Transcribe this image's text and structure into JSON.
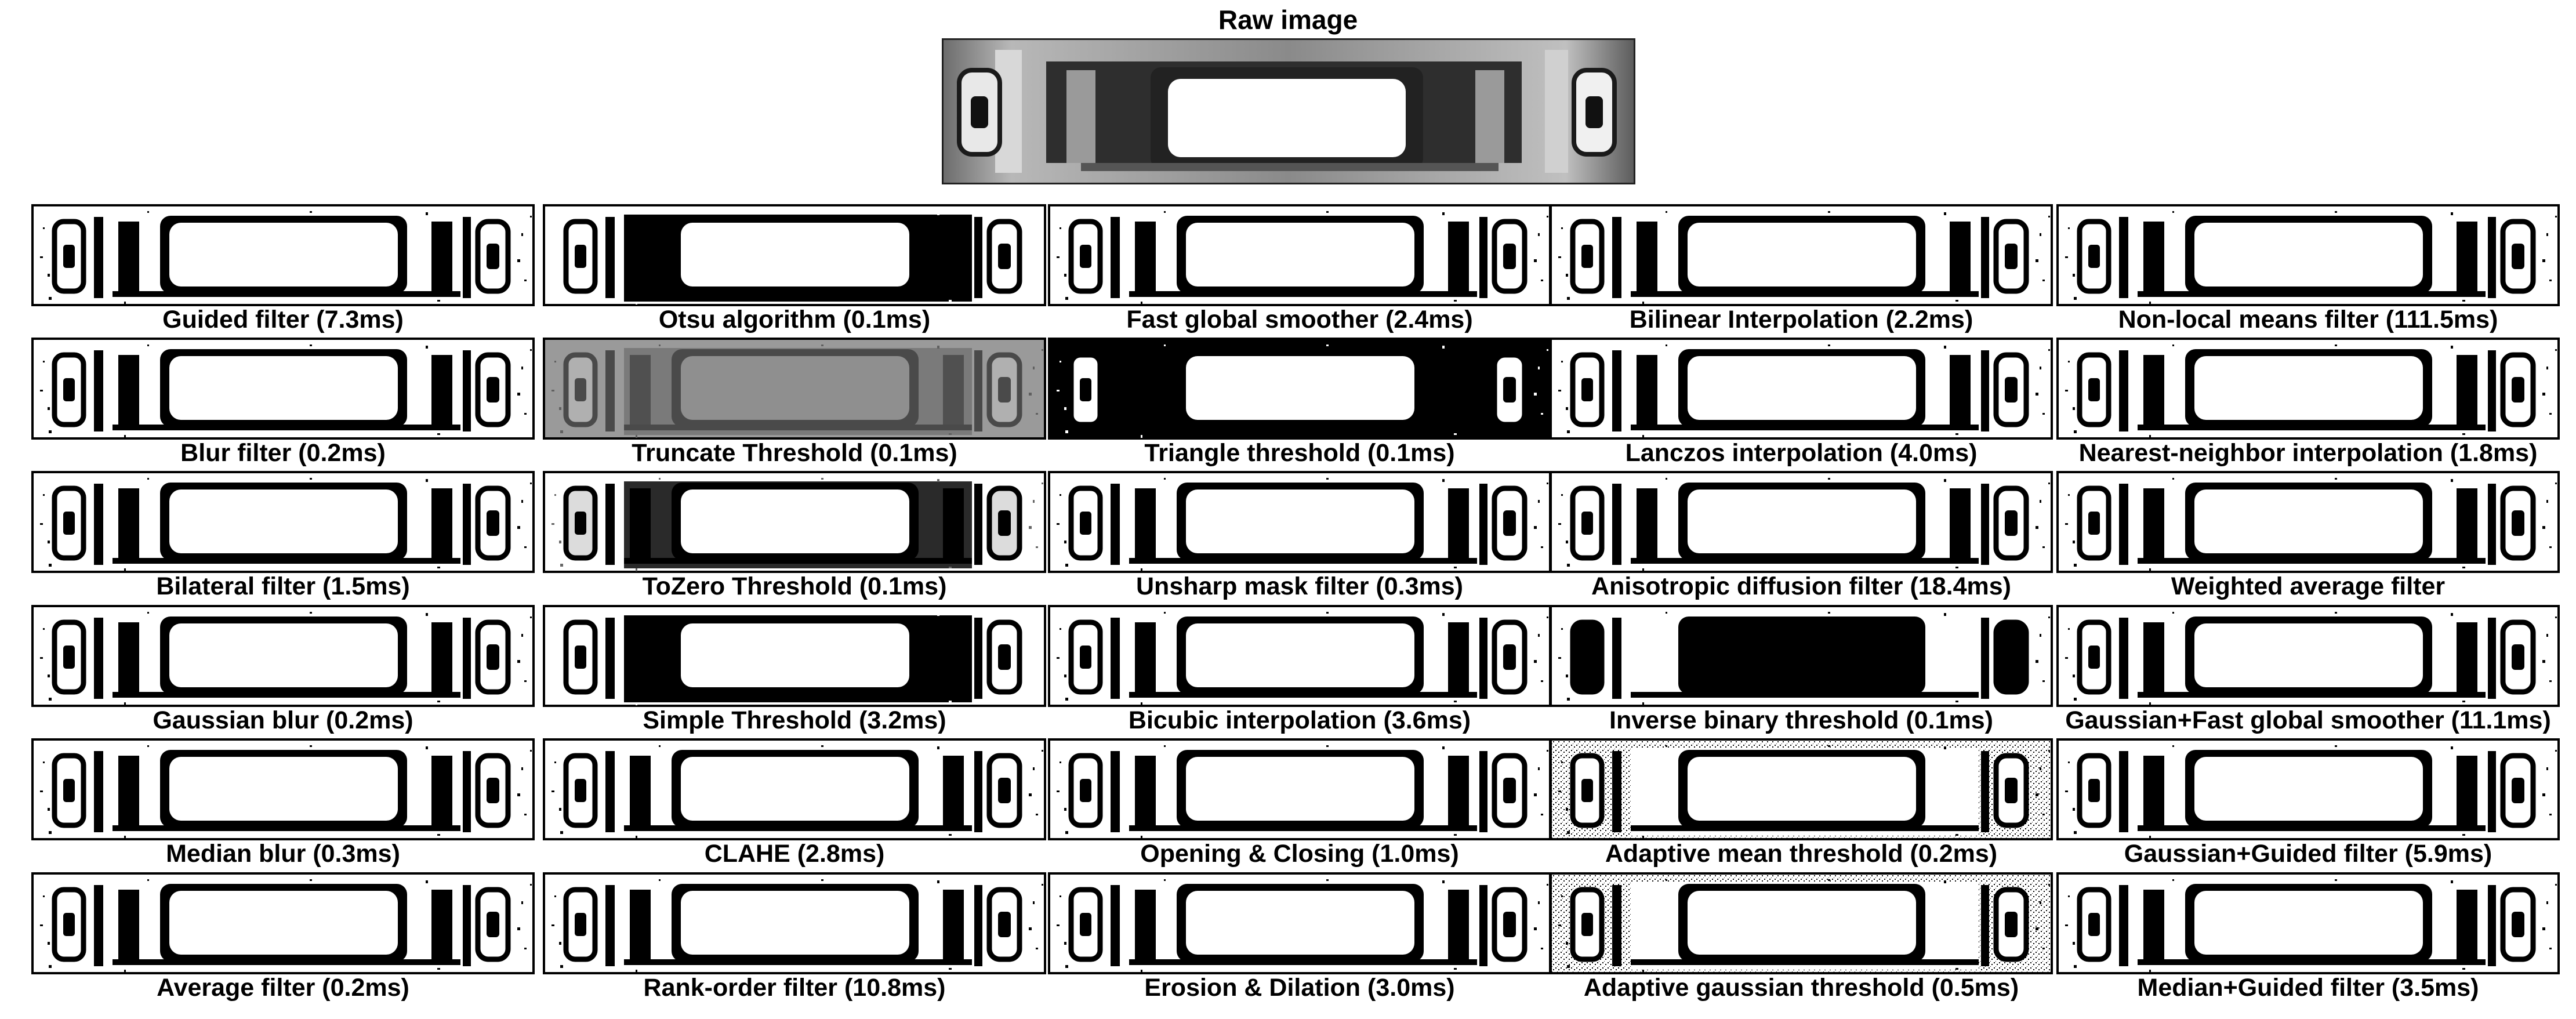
{
  "title": "Raw image",
  "panels": [
    {
      "label": "Guided filter (7.3ms)",
      "variant": "bw"
    },
    {
      "label": "Otsu algorithm (0.1ms)",
      "variant": "otsu"
    },
    {
      "label": "Fast global smoother (2.4ms)",
      "variant": "bw"
    },
    {
      "label": "Bilinear Interpolation (2.2ms)",
      "variant": "bw"
    },
    {
      "label": "Non-local means filter (111.5ms)",
      "variant": "bw"
    },
    {
      "label": "Blur filter (0.2ms)",
      "variant": "bw"
    },
    {
      "label": "Truncate Threshold (0.1ms)",
      "variant": "truncate"
    },
    {
      "label": "Triangle threshold (0.1ms)",
      "variant": "triangle"
    },
    {
      "label": "Lanczos interpolation (4.0ms)",
      "variant": "bw"
    },
    {
      "label": "Nearest-neighbor interpolation (1.8ms)",
      "variant": "bw"
    },
    {
      "label": "Bilateral filter (1.5ms)",
      "variant": "bw"
    },
    {
      "label": "ToZero Threshold (0.1ms)",
      "variant": "tozero"
    },
    {
      "label": "Unsharp mask filter (0.3ms)",
      "variant": "bw"
    },
    {
      "label": "Anisotropic diffusion filter (18.4ms)",
      "variant": "bw"
    },
    {
      "label": "Weighted average filter",
      "variant": "bw"
    },
    {
      "label": "Gaussian blur (0.2ms)",
      "variant": "bw"
    },
    {
      "label": "Simple Threshold (3.2ms)",
      "variant": "otsu"
    },
    {
      "label": "Bicubic interpolation (3.6ms)",
      "variant": "bw"
    },
    {
      "label": "Inverse binary threshold (0.1ms)",
      "variant": "inverse"
    },
    {
      "label": "Gaussian+Fast global smoother (11.1ms)",
      "variant": "bw"
    },
    {
      "label": "Median blur (0.3ms)",
      "variant": "bw"
    },
    {
      "label": "CLAHE (2.8ms)",
      "variant": "bw"
    },
    {
      "label": "Opening & Closing (1.0ms)",
      "variant": "bw"
    },
    {
      "label": "Adaptive mean threshold (0.2ms)",
      "variant": "adaptive"
    },
    {
      "label": "Gaussian+Guided filter (5.9ms)",
      "variant": "bw"
    },
    {
      "label": "Average filter (0.2ms)",
      "variant": "bw"
    },
    {
      "label": "Rank-order filter (10.8ms)",
      "variant": "bw"
    },
    {
      "label": "Erosion & Dilation (3.0ms)",
      "variant": "bw"
    },
    {
      "label": "Adaptive gaussian threshold (0.5ms)",
      "variant": "adaptive"
    },
    {
      "label": "Median+Guided filter (3.5ms)",
      "variant": "bw"
    }
  ]
}
